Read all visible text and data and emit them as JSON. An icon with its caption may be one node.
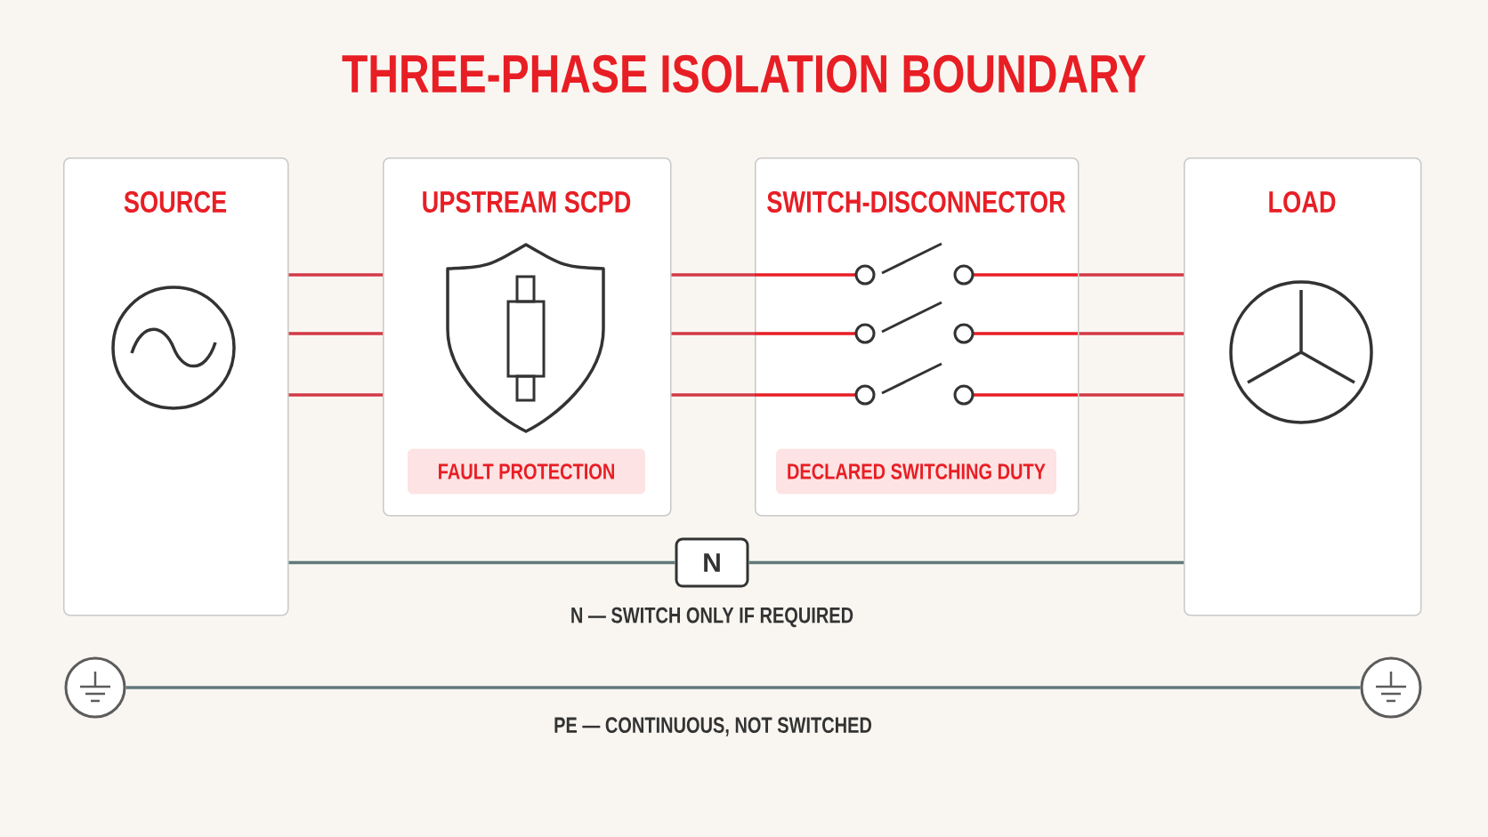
{
  "diagram": {
    "title": "THREE-PHASE ISOLATION BOUNDARY",
    "nodes": [
      {
        "text": [
          "SOURCE"
        ]
      },
      {
        "text": [
          "UPSTREAM SCPD"
        ]
      },
      {
        "text": [
          "FAULT PROTECTION"
        ],
        "in": 1
      },
      {
        "text": [
          "SWITCH-DISCONNECTOR"
        ]
      },
      {
        "text": [
          "DECLARED SWITCHING DUTY"
        ],
        "in": 3
      },
      {
        "text": [
          "LOAD"
        ]
      },
      {
        "text": [
          "N"
        ],
        "beside": [
          "N — SWITCH ONLY IF REQUIRED"
        ]
      },
      {
        "text": [],
        "shape": "circle"
      },
      {
        "text": [],
        "shape": "circle"
      }
    ],
    "edges": [
      {
        "from": 0,
        "to": 1,
        "arrow": "none"
      },
      {
        "from": 0,
        "to": 1,
        "arrow": "none"
      },
      {
        "from": 0,
        "to": 1,
        "arrow": "none"
      },
      {
        "from": 1,
        "to": 3,
        "arrow": "none"
      },
      {
        "from": 1,
        "to": 3,
        "arrow": "none"
      },
      {
        "from": 1,
        "to": 3,
        "arrow": "none"
      },
      {
        "from": 3,
        "to": 5,
        "arrow": "none"
      },
      {
        "from": 3,
        "to": 5,
        "arrow": "none"
      },
      {
        "from": 3,
        "to": 5,
        "arrow": "none"
      },
      {
        "from": 0,
        "to": 6,
        "arrow": "none",
        "color": "#6b6b6b"
      },
      {
        "from": 6,
        "to": 5,
        "arrow": "none",
        "color": "#6b6b6b"
      },
      {
        "from": 7,
        "to": 8,
        "arrow": "none",
        "color": "#6b6b6b"
      }
    ],
    "labels": [
      "PE — CONTINUOUS, NOT SWITCHED"
    ]
  }
}
